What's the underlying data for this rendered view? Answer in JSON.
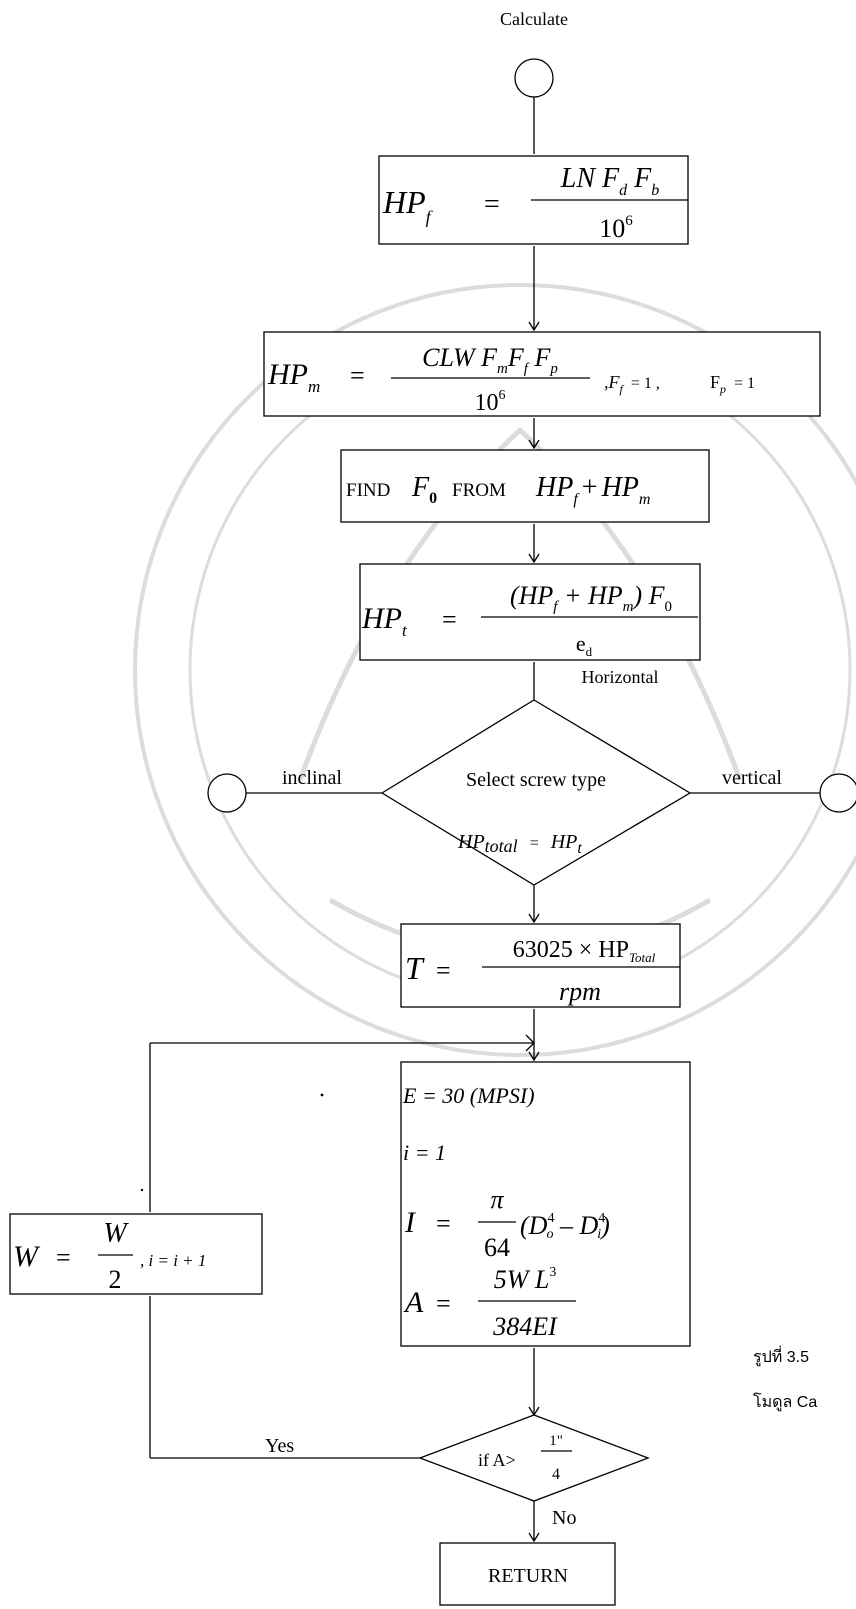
{
  "title": "Calculate",
  "boxes": {
    "hpf": {
      "lhs": "HP",
      "lhs_sub": "f",
      "eq": "=",
      "num": "LN F",
      "num_sub1": "d",
      "num_mid": " F",
      "num_sub2": "b",
      "den": "10",
      "den_sup": "6"
    },
    "hpm": {
      "lhs": "HP",
      "lhs_sub": "m",
      "eq": "=",
      "num_a": "CLW F",
      "num_sub1": "m",
      "num_b": "F",
      "num_sub2": "f",
      "num_c": " F",
      "num_sub3": "p",
      "den": "10",
      "den_sup": "6",
      "extra_a": ",F",
      "extra_a_sub": "f",
      "extra_a_val": "= 1 ,",
      "extra_b": "F",
      "extra_b_sub": "p",
      "extra_b_val": "= 1"
    },
    "find": {
      "prefix": "FIND",
      "f0": "F",
      "f0_sub": "0",
      "mid": "FROM",
      "expr_a": "HP",
      "expr_a_sub": "f",
      "plus": "+",
      "expr_b": "HP",
      "expr_b_sub": "m"
    },
    "hpt": {
      "lhs": "HP",
      "lhs_sub": "t",
      "eq": "=",
      "num_open": "(HP",
      "num_sub1": "f",
      "num_plus": " + HP",
      "num_sub2": "m",
      "num_close": ") F",
      "num_sub3": "0",
      "den": "e",
      "den_sub": "d"
    },
    "torque": {
      "lhs": "T",
      "eq": "=",
      "num": "63025 × HP",
      "num_sub": "Total",
      "den": "rpm"
    },
    "calc": {
      "line1": "E = 30 (MPSI)",
      "line2": "i  = 1",
      "i_lhs": "I",
      "eq": "=",
      "i_num": "π",
      "i_den": "64",
      "i_expr_a": "(D",
      "i_sup1": "4",
      "i_sub1": "o",
      "i_expr_b": " – D",
      "i_sup2": "4",
      "i_sub2": "i",
      "i_close": ")",
      "a_lhs": "A",
      "a_num": "5W L",
      "a_num_sup": "3",
      "a_den": "384EI"
    },
    "w": {
      "lhs": "W",
      "eq": "=",
      "num": "W",
      "den": "2",
      "tail": ", i  =  i + 1"
    },
    "ret": {
      "label": "RETURN"
    }
  },
  "decision": {
    "label": "Select screw type",
    "hp_a": "HP",
    "hp_a_sub": "total",
    "hp_eq": "=",
    "hp_b": "HP",
    "hp_b_sub": "t",
    "left": "inclinal",
    "right": "vertical",
    "top": "Horizontal"
  },
  "check": {
    "label": "if A>",
    "num": "1\"",
    "den": "4",
    "yes": "Yes",
    "no": "No"
  },
  "caption": {
    "line1": "รูปที่ 3.5",
    "line2": "โมดูล Ca"
  }
}
